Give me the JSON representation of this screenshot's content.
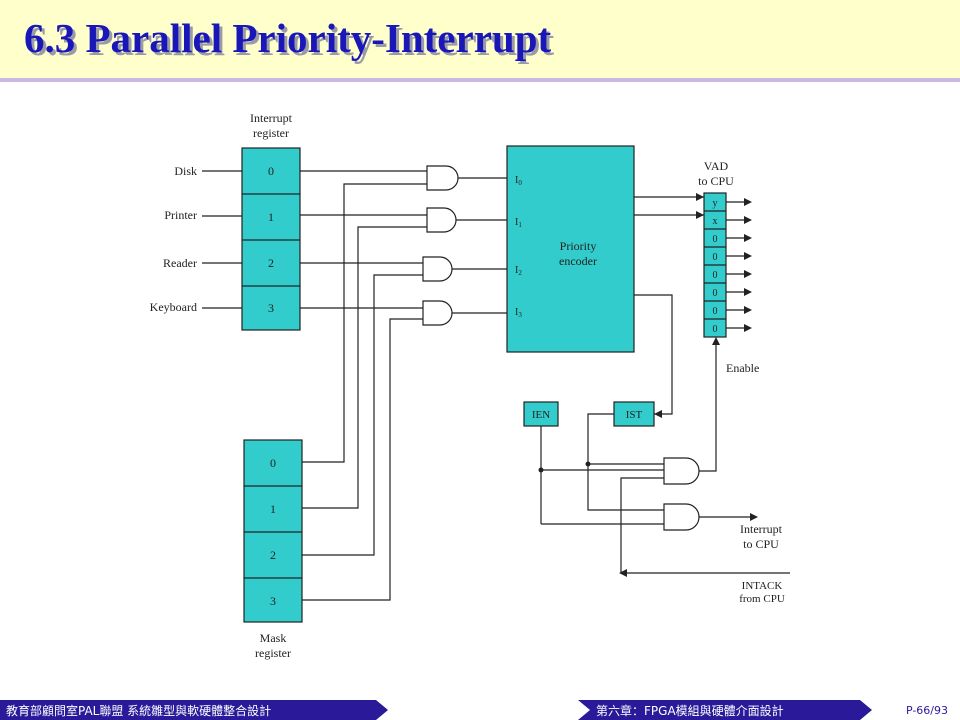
{
  "slide": {
    "title": "6.3 Parallel Priority-Interrupt"
  },
  "diagram": {
    "interrupt_register": {
      "label_line1": "Interrupt",
      "label_line2": "register",
      "bits": [
        "0",
        "1",
        "2",
        "3"
      ]
    },
    "mask_register": {
      "label_line1": "Mask",
      "label_line2": "register",
      "bits": [
        "0",
        "1",
        "2",
        "3"
      ]
    },
    "sources": [
      "Disk",
      "Printer",
      "Reader",
      "Keyboard"
    ],
    "encoder": {
      "label_line1": "Priority",
      "label_line2": "encoder",
      "inputs": [
        "I",
        "I",
        "I",
        "I"
      ],
      "input_subs": [
        "0",
        "1",
        "2",
        "3"
      ]
    },
    "vad": {
      "label_line1": "VAD",
      "label_line2": "to CPU",
      "cells": [
        "y",
        "x",
        "0",
        "0",
        "0",
        "0",
        "0",
        "0"
      ]
    },
    "ien": "IEN",
    "ist": "IST",
    "enable": "Enable",
    "interrupt_out": {
      "line1": "Interrupt",
      "line2": "to CPU"
    },
    "intack": {
      "line1": "INTACK",
      "line2": "from CPU"
    },
    "colors": {
      "box_fill": "#33cccc",
      "title": "#1a17b8",
      "footer": "#2a1a9a"
    }
  },
  "footer": {
    "left": "教育部顧問室PAL聯盟 系統雛型與軟硬體整合設計",
    "middle": "第六章：FPGA模組與硬體介面設計",
    "page": "P-66/93"
  }
}
